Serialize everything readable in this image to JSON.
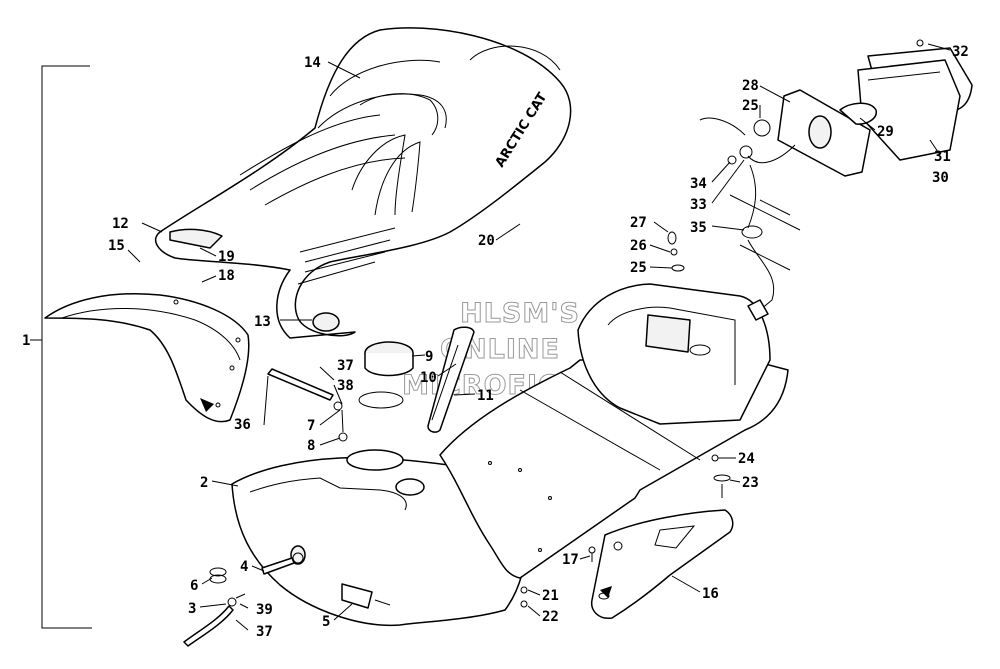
{
  "watermark": [
    "HLSM'S",
    "ONLINE",
    "MICROFICHE"
  ],
  "seat_logo": "ARCTIC CAT",
  "callouts": {
    "c1": "1",
    "c2": "2",
    "c3": "3",
    "c4": "4",
    "c5": "5",
    "c6": "6",
    "c7": "7",
    "c8": "8",
    "c9": "9",
    "c10": "10",
    "c11": "11",
    "c12": "12",
    "c13": "13",
    "c14": "14",
    "c15": "15",
    "c16": "16",
    "c17": "17",
    "c18": "18",
    "c19": "19",
    "c20": "20",
    "c21": "21",
    "c22": "22",
    "c23": "23",
    "c24": "24",
    "c25a": "25",
    "c25b": "25",
    "c26": "26",
    "c27": "27",
    "c28": "28",
    "c29": "29",
    "c30": "30",
    "c31": "31",
    "c32": "32",
    "c33": "33",
    "c34": "34",
    "c35": "35",
    "c36": "36",
    "c37a": "37",
    "c37b": "37",
    "c38": "38",
    "c39": "39"
  }
}
